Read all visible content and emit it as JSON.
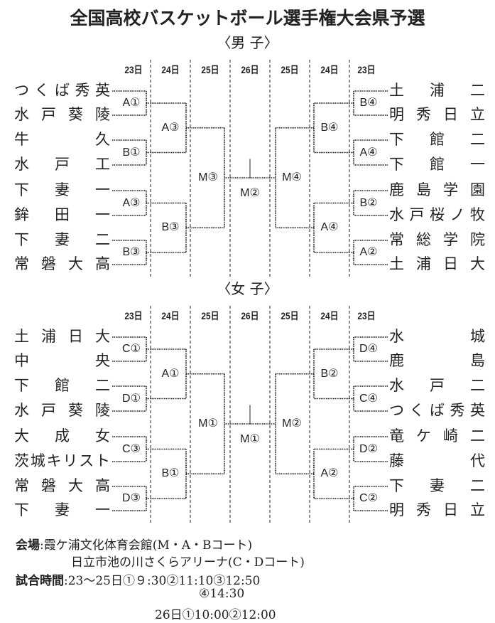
{
  "title": "全国高校バスケットボール選手権大会県予選",
  "days": [
    "23日",
    "24日",
    "25日",
    "26日",
    "25日",
    "24日",
    "23日"
  ],
  "sections": [
    {
      "heading": "〈男 子〉",
      "left_teams": [
        "つくば秀英",
        "水戸葵陵",
        "牛久",
        "水戸工",
        "下妻一",
        "鉾田一",
        "下妻二",
        "常磐大高"
      ],
      "right_teams": [
        "土浦二",
        "明秀日立",
        "下館二",
        "下館一",
        "鹿島学園",
        "水戸桜ノ牧",
        "常総学院",
        "土浦日大"
      ],
      "left_r1": [
        "A①",
        "B①",
        "A③",
        "B③"
      ],
      "left_r2": [
        "A③",
        "B③"
      ],
      "left_r3": "M③",
      "final": "M②",
      "right_r1": [
        "B④",
        "A④",
        "B②",
        "A②"
      ],
      "right_r2": [
        "B④",
        "A④"
      ],
      "right_r3": "M④"
    },
    {
      "heading": "〈女 子〉",
      "left_teams": [
        "土浦日大",
        "中央",
        "下館二",
        "水戸葵陵",
        "大成女",
        "茨城キリスト",
        "常磐大高",
        "下妻一"
      ],
      "right_teams": [
        "水城",
        "鹿島",
        "水戸二",
        "つくば秀英",
        "竜ケ崎二",
        "藤代",
        "下妻二",
        "明秀日立"
      ],
      "left_r1": [
        "C①",
        "D①",
        "C③",
        "D③"
      ],
      "left_r2": [
        "A①",
        "B①"
      ],
      "left_r3": "M①",
      "final": "M①",
      "right_r1": [
        "D④",
        "C④",
        "D②",
        "C②"
      ],
      "right_r2": [
        "B②",
        "A②"
      ],
      "right_r3": "M②"
    }
  ],
  "footer": {
    "venue_label": "会場",
    "venue_1": ":霞ケ浦文化体育会館(M・A・Bコート)",
    "venue_2": "日立市池の川さくらアリーナ(C・Dコート)",
    "time_label": "試合時間",
    "time_1": ":23〜25日①９:30②11:10③12:50",
    "time_2": "④14:30",
    "time_3": "26日①10:00②12:00"
  }
}
